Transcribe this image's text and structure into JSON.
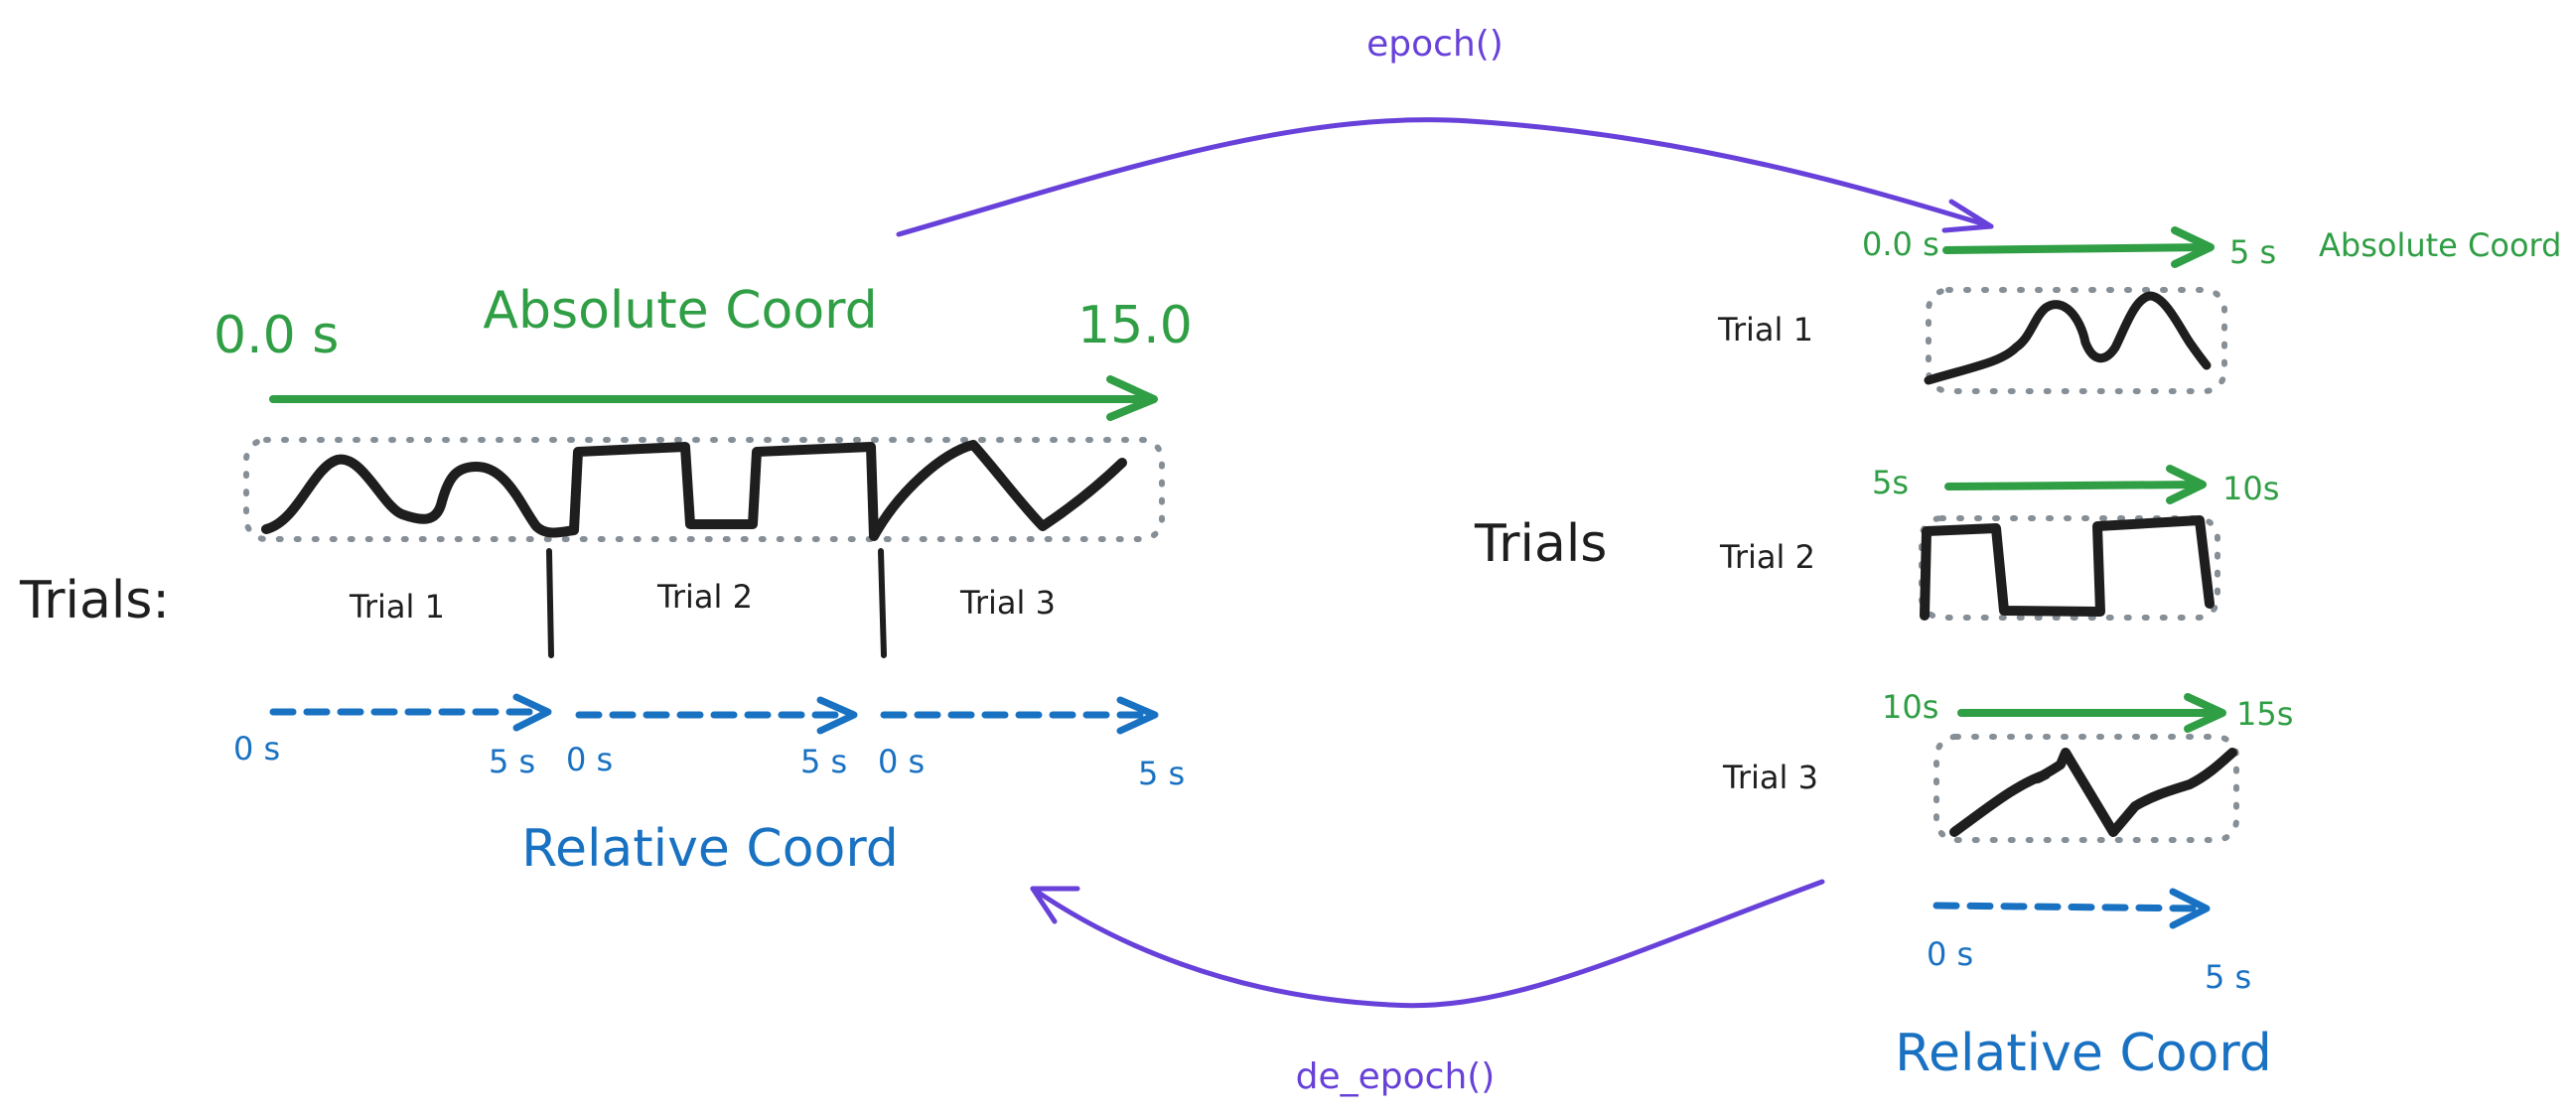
{
  "functions": {
    "epoch": "epoch()",
    "de_epoch": "de_epoch()"
  },
  "left_panel": {
    "absolute_label": "Absolute Coord",
    "abs_start": "0.0 s",
    "abs_end": "15.0",
    "trials_label": "Trials:",
    "trials": [
      "Trial 1",
      "Trial 2",
      "Trial 3"
    ],
    "relative_label": "Relative Coord",
    "rel_ticks": [
      "0 s",
      "5 s",
      "0 s",
      "5 s",
      "0 s",
      "5 s"
    ]
  },
  "right_panel": {
    "absolute_label": "Absolute Coord",
    "trials_label": "Trials",
    "trials": [
      {
        "label": "Trial 1",
        "start": "0.0 s",
        "end": "5 s"
      },
      {
        "label": "Trial 2",
        "start": "5s",
        "end": "10s"
      },
      {
        "label": "Trial 3",
        "start": "10s",
        "end": "15s"
      }
    ],
    "relative_label": "Relative Coord",
    "rel_start": "0 s",
    "rel_end": "5 s"
  },
  "colors": {
    "absolute": "#2f9e44",
    "relative": "#1971c2",
    "function": "#6741d9",
    "signal": "#1e1e1e",
    "box": "#868e96"
  }
}
